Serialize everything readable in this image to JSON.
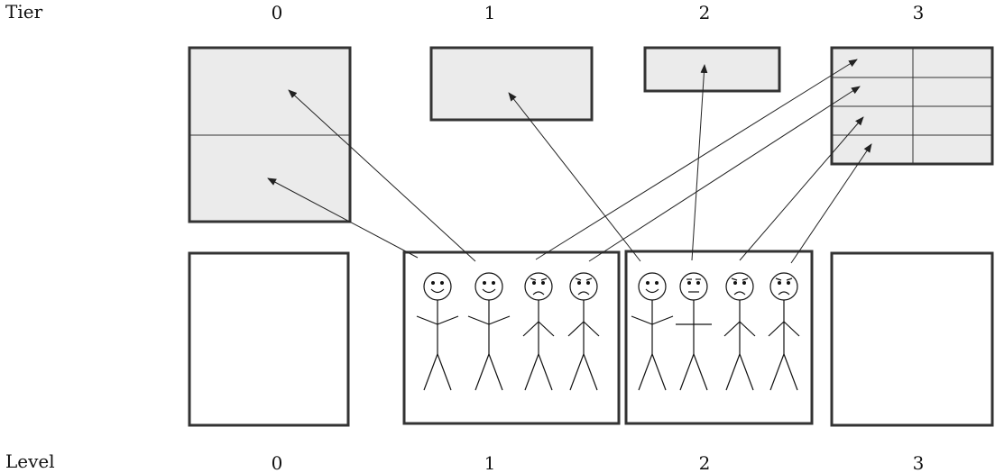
{
  "labels": {
    "tier_axis": "Tier",
    "level_axis": "Level"
  },
  "tiers": [
    "0",
    "1",
    "2",
    "3"
  ],
  "levels": [
    "0",
    "1",
    "2",
    "3"
  ],
  "people": [
    {
      "level": 1,
      "mood": "happy"
    },
    {
      "level": 1,
      "mood": "happy"
    },
    {
      "level": 1,
      "mood": "sad"
    },
    {
      "level": 1,
      "mood": "sad"
    },
    {
      "level": 2,
      "mood": "happy"
    },
    {
      "level": 2,
      "mood": "neutral"
    },
    {
      "level": 2,
      "mood": "sad"
    },
    {
      "level": 2,
      "mood": "sad"
    }
  ],
  "colors": {
    "tier_fill": "#ebebeb",
    "box_stroke": "#333333"
  }
}
